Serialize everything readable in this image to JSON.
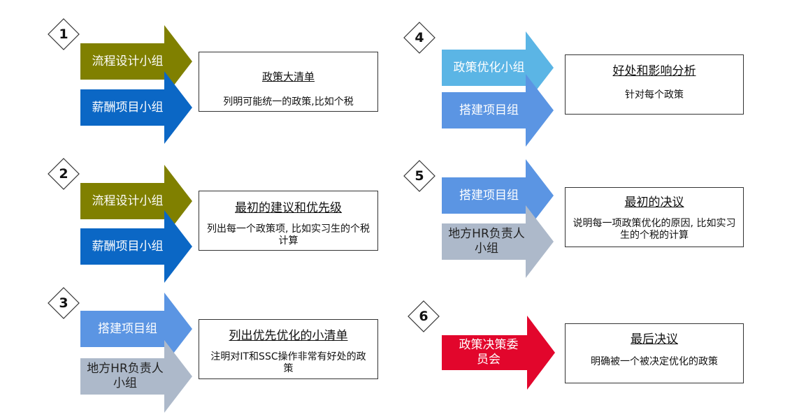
{
  "steps": [
    {
      "number": "1",
      "arrow_top": {
        "label": "流程设计小组",
        "color": "#808000"
      },
      "arrow_bottom": {
        "label": "薪酬项目小组",
        "color": "#0B67C5"
      },
      "box": {
        "title": "政策大清单",
        "desc": "列明可能统一的政策,比如个税"
      }
    },
    {
      "number": "2",
      "arrow_top": {
        "label": "流程设计小组",
        "color": "#808000"
      },
      "arrow_bottom": {
        "label": "薪酬项目小组",
        "color": "#0B67C5"
      },
      "box": {
        "title": "最初的建议和优先级",
        "desc": "列出每一个政策项, 比如实习生的个税计算"
      }
    },
    {
      "number": "3",
      "arrow_top": {
        "label": "搭建项目组",
        "color": "#5B95E3"
      },
      "arrow_bottom": {
        "label": "地方HR负责人小组",
        "color": "#ADB9CA"
      },
      "box": {
        "title": "列出优先优化的小清单",
        "desc": "注明对IT和SSC操作非常有好处的政策"
      }
    },
    {
      "number": "4",
      "arrow_top": {
        "label": "政策优化小组",
        "color": "#5BB5E5"
      },
      "arrow_bottom": {
        "label": "搭建项目组",
        "color": "#5B95E3"
      },
      "box": {
        "title": "好处和影响分析",
        "desc": "针对每个政策"
      }
    },
    {
      "number": "5",
      "arrow_top": {
        "label": "搭建项目组",
        "color": "#5B95E3"
      },
      "arrow_bottom": {
        "label": "地方HR负责人小组",
        "color": "#ADB9CA"
      },
      "box": {
        "title": "最初的决议",
        "desc": "说明每一项政策优化的原因, 比如实习生的个税的计算"
      }
    },
    {
      "number": "6",
      "arrow_single": {
        "label": "政策决策委员会",
        "color": "#E2062C"
      },
      "box": {
        "title": "最后决议",
        "desc": "明确被一个被决定优化的政策"
      }
    }
  ]
}
